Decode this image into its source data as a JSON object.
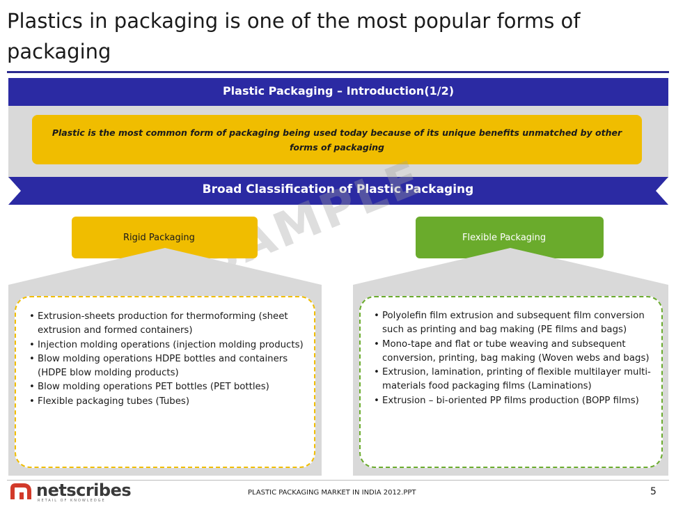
{
  "slide": {
    "title": "Plastics in packaging is one of the most popular forms of packaging"
  },
  "intro": {
    "header": "Plastic Packaging – Introduction(1/2)",
    "statement": "Plastic is the most common form of packaging being used today because of its unique benefits unmatched by other forms of packaging"
  },
  "classification": {
    "header": "Broad Classification of Plastic Packaging",
    "rigid_label": "Rigid Packaging",
    "flexible_label": "Flexible Packaging",
    "rigid_items": [
      "Extrusion-sheets production for thermoforming (sheet extrusion and formed containers)",
      "Injection molding operations  (injection molding products)",
      "Blow molding operations HDPE bottles and containers (HDPE blow molding products)",
      "Blow molding operations PET bottles (PET bottles)",
      "Flexible packaging tubes (Tubes)"
    ],
    "flexible_items": [
      "Polyolefin film extrusion and subsequent film conversion such as printing and bag making (PE films and bags)",
      "Mono-tape and flat or tube weaving and subsequent conversion, printing, bag making (Woven webs and bags)",
      "Extrusion, lamination, printing of flexible multilayer multi-materials food packaging films (Laminations)",
      "Extrusion – bi-oriented PP films production (BOPP films)"
    ]
  },
  "watermark": "SAMPLE",
  "footer": {
    "logo_text": "netscribes",
    "logo_tagline": "RETAIL OF KNOWLEDGE",
    "document_name": "PLASTIC PACKAGING MARKET IN INDIA 2012.PPT",
    "page_number": "5"
  },
  "colors": {
    "band_blue": "#2b2aa3",
    "rigid_yellow": "#f0bd00",
    "flexible_green": "#6aab2c",
    "panel_grey": "#d9d9d9"
  }
}
